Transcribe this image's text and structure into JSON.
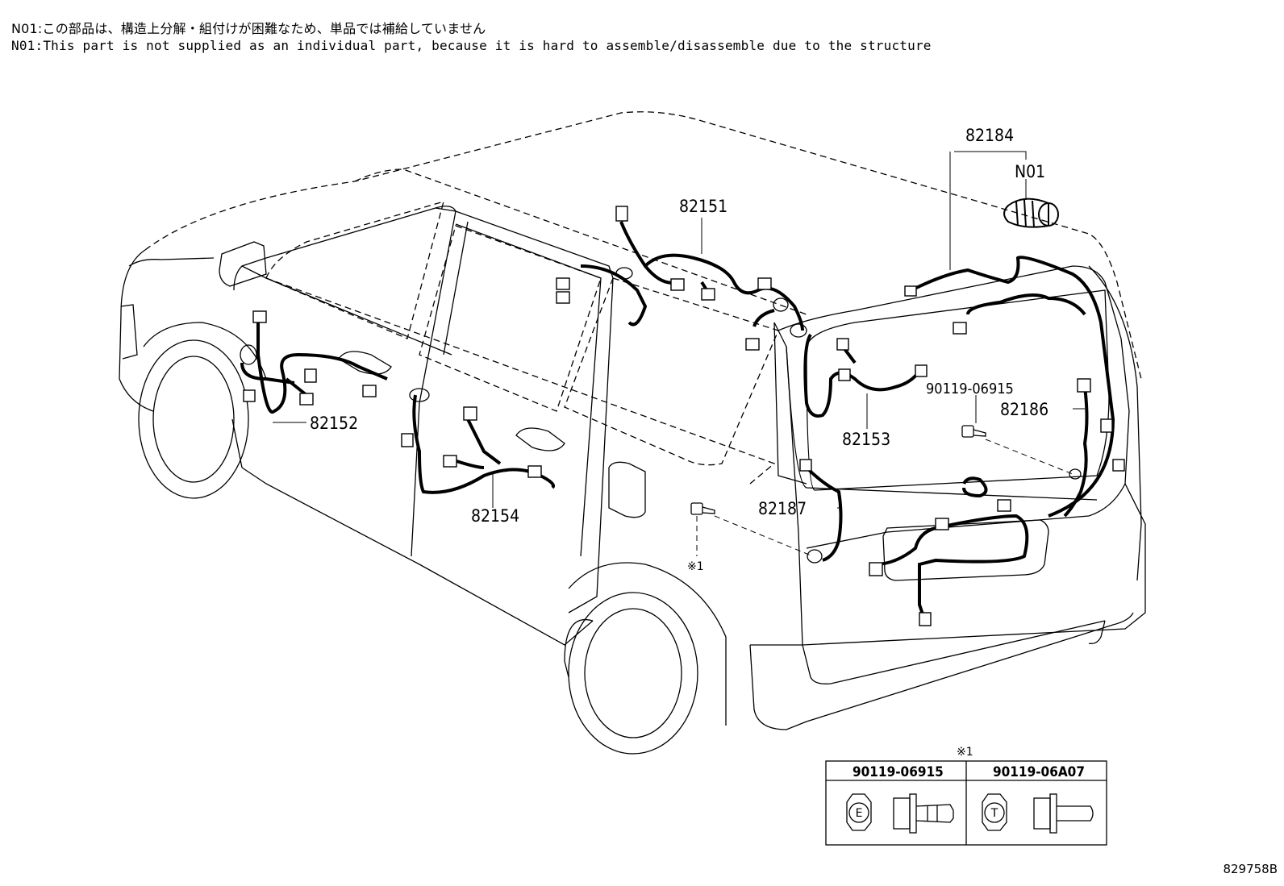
{
  "notes": {
    "jp": "N01:この部品は、構造上分解・組付けが困難なため、単品では補給していません",
    "en": "N01:This part is not supplied as an individual part, because it is hard to assemble/disassemble due to the structure"
  },
  "callouts": {
    "p82151": "82151",
    "p82152": "82152",
    "p82153": "82153",
    "p82154": "82154",
    "p82184": "82184",
    "n01": "N01",
    "p82186": "82186",
    "p82187": "82187",
    "bolt": "90119-06915",
    "ref_mark": "※1"
  },
  "legend": {
    "mark": "※1",
    "columns": [
      {
        "part": "90119-06915",
        "head_mark": "E"
      },
      {
        "part": "90119-06A07",
        "head_mark": "T"
      }
    ]
  },
  "figure_id": "829758B"
}
